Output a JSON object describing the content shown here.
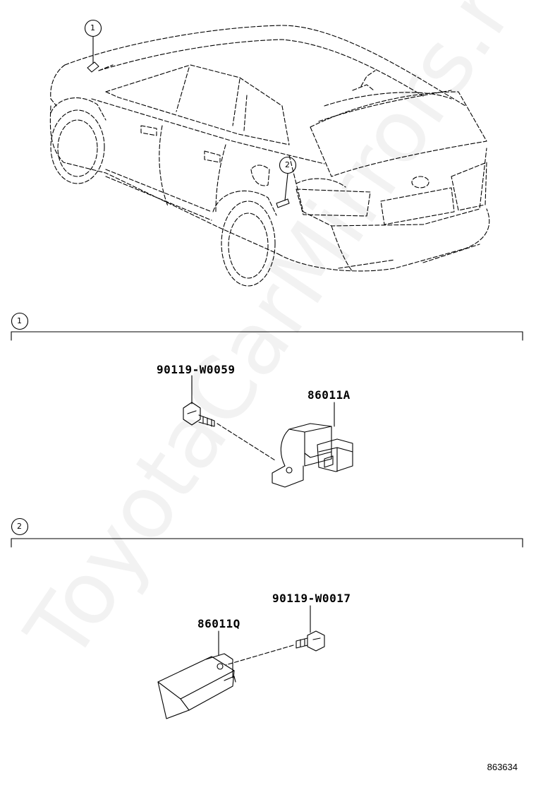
{
  "callouts": [
    {
      "number": "1"
    },
    {
      "number": "2"
    }
  ],
  "sections": [
    {
      "number": "1"
    },
    {
      "number": "2"
    }
  ],
  "parts": {
    "bolt_1": "90119-W0059",
    "sensor_a": "86011A",
    "bolt_2": "90119-W0017",
    "sensor_q": "86011Q"
  },
  "figure_number": "863634",
  "watermark": "ToyotaCarMirrors.ru"
}
